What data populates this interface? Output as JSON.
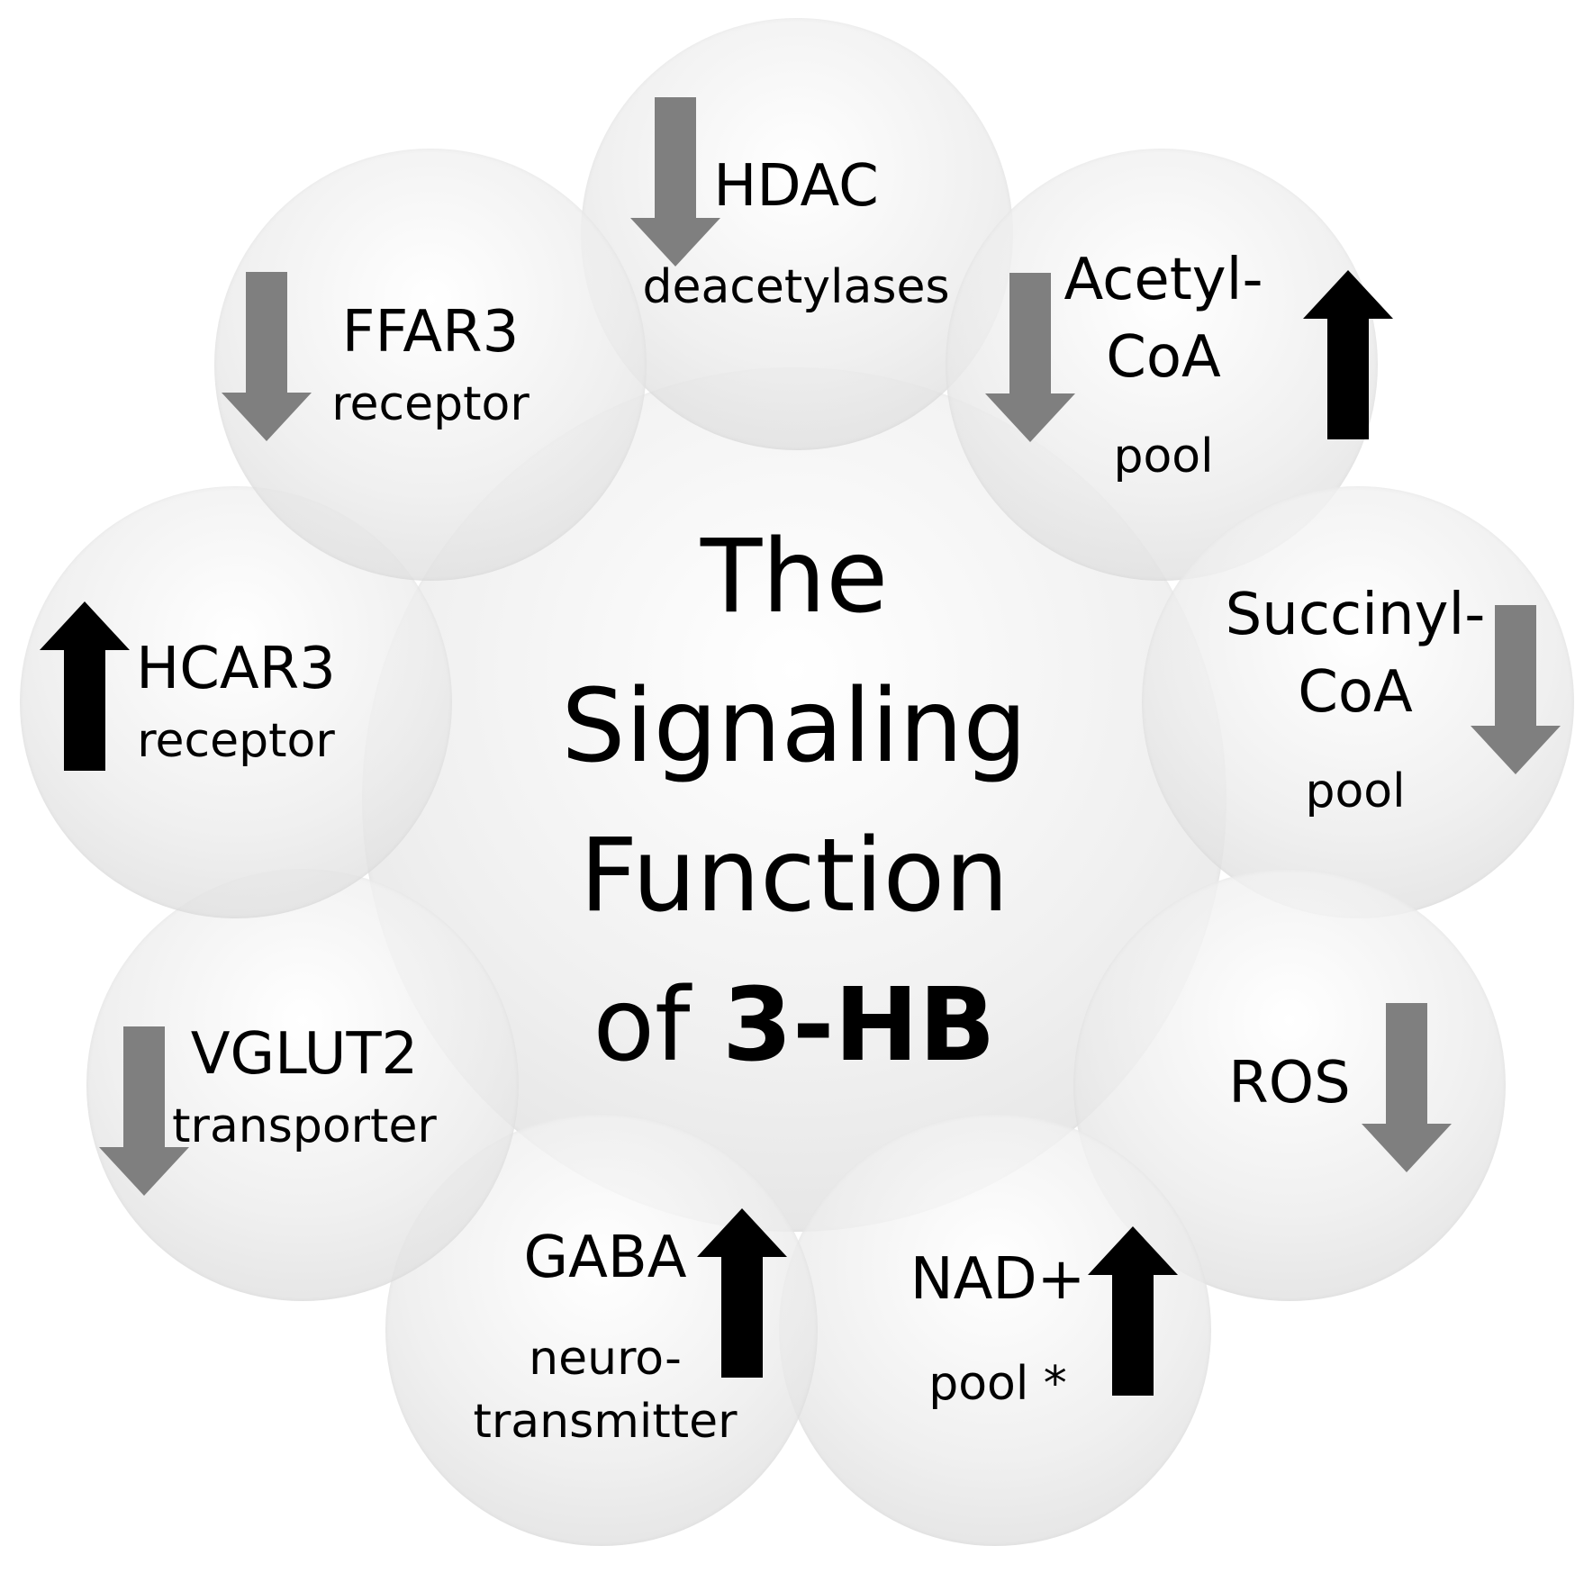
{
  "center": {
    "line1": "The",
    "line2": "Signaling",
    "line3": "Function",
    "line4_prefix": "of ",
    "line4_bold": "3-HB"
  },
  "nodes": {
    "hdac": {
      "title": "HDAC",
      "sub": "deacetylases",
      "direction": "down"
    },
    "acetyl": {
      "title1": "Acetyl-",
      "title2": "CoA",
      "sub": "pool",
      "direction_left": "down",
      "direction_right": "up"
    },
    "succinyl": {
      "title1": "Succinyl-",
      "title2": "CoA",
      "sub": "pool",
      "direction": "down"
    },
    "ros": {
      "title": "ROS",
      "direction": "down"
    },
    "nad": {
      "title": "NAD+",
      "sub": "pool *",
      "direction": "up"
    },
    "gaba": {
      "title": "GABA",
      "sub1": "neuro-",
      "sub2": "transmitter",
      "direction": "up"
    },
    "vglut2": {
      "title": "VGLUT2",
      "sub": "transporter",
      "direction": "down"
    },
    "hcar3": {
      "title": "HCAR3",
      "sub": "receptor",
      "direction": "up"
    },
    "ffar3": {
      "title": "FFAR3",
      "sub": "receptor",
      "direction": "down"
    }
  },
  "colors": {
    "down_arrow": "#7f7f7f",
    "up_arrow": "#000000",
    "circle_light": "#f4f4f4",
    "circle_dark": "#d6d6d6"
  }
}
